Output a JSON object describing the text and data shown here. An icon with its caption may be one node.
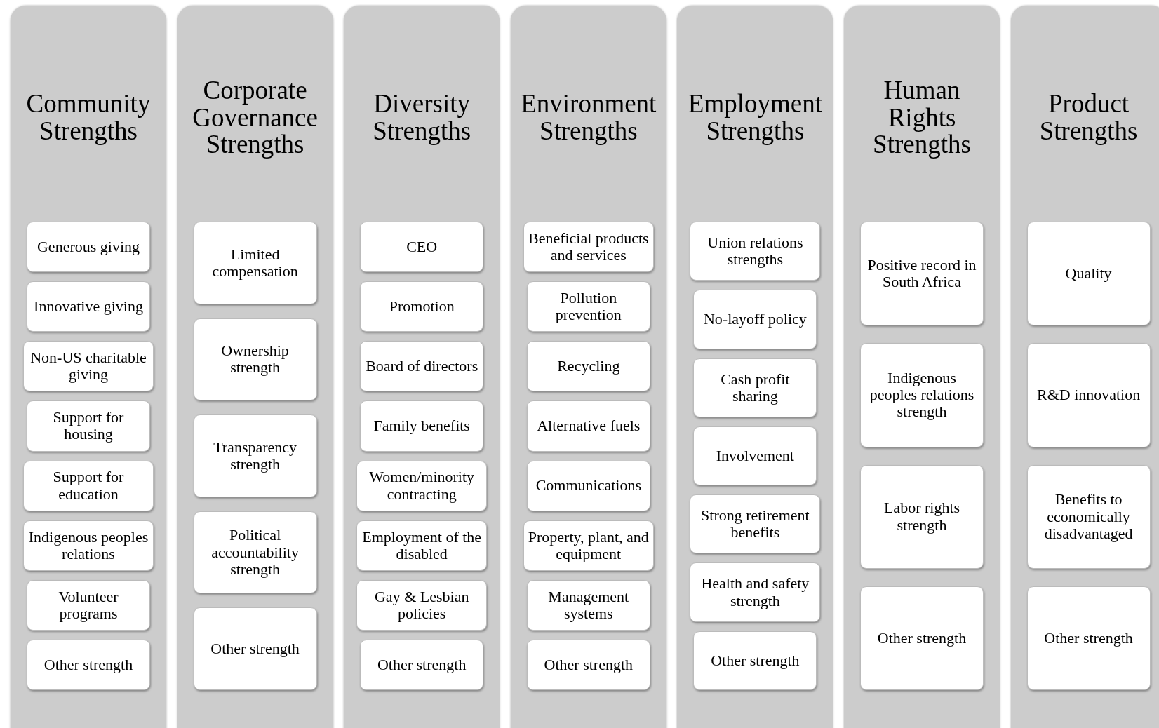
{
  "diagram": {
    "nodes": [
      {
        "text": [
          "Community Strengths"
        ]
      },
      {
        "text": [
          "Generous giving"
        ],
        "in": 0
      },
      {
        "text": [
          "Innovative giving"
        ],
        "in": 0
      },
      {
        "text": [
          "Non-US charitable giving"
        ],
        "in": 0
      },
      {
        "text": [
          "Support for housing"
        ],
        "in": 0
      },
      {
        "text": [
          "Support for education"
        ],
        "in": 0
      },
      {
        "text": [
          "Indigenous peoples relations"
        ],
        "in": 0
      },
      {
        "text": [
          "Volunteer programs"
        ],
        "in": 0
      },
      {
        "text": [
          "Other strength"
        ],
        "in": 0
      },
      {
        "text": [
          "Corporate Governance Strengths"
        ]
      },
      {
        "text": [
          "Limited compensation"
        ],
        "in": 9
      },
      {
        "text": [
          "Ownership strength"
        ],
        "in": 9
      },
      {
        "text": [
          "Transparency strength"
        ],
        "in": 9
      },
      {
        "text": [
          "Political accountability strength"
        ],
        "in": 9
      },
      {
        "text": [
          "Other strength"
        ],
        "in": 9
      },
      {
        "text": [
          "Diversity Strengths"
        ]
      },
      {
        "text": [
          "CEO"
        ],
        "in": 15
      },
      {
        "text": [
          "Promotion"
        ],
        "in": 15
      },
      {
        "text": [
          "Board of directors"
        ],
        "in": 15
      },
      {
        "text": [
          "Family benefits"
        ],
        "in": 15
      },
      {
        "text": [
          "Women/minority contracting"
        ],
        "in": 15
      },
      {
        "text": [
          "Employment of the disabled"
        ],
        "in": 15
      },
      {
        "text": [
          "Gay & Lesbian policies"
        ],
        "in": 15
      },
      {
        "text": [
          "Other strength"
        ],
        "in": 15
      },
      {
        "text": [
          "Environment Strengths"
        ]
      },
      {
        "text": [
          "Beneficial products and services"
        ],
        "in": 24
      },
      {
        "text": [
          "Pollution prevention"
        ],
        "in": 24
      },
      {
        "text": [
          "Recycling"
        ],
        "in": 24
      },
      {
        "text": [
          "Alternative fuels"
        ],
        "in": 24
      },
      {
        "text": [
          "Communications"
        ],
        "in": 24
      },
      {
        "text": [
          "Property, plant, and equipment"
        ],
        "in": 24
      },
      {
        "text": [
          "Management systems"
        ],
        "in": 24
      },
      {
        "text": [
          "Other strength"
        ],
        "in": 24
      },
      {
        "text": [
          "Employment Strengths"
        ]
      },
      {
        "text": [
          "Union relations strengths"
        ],
        "in": 33
      },
      {
        "text": [
          "No-layoff policy"
        ],
        "in": 33
      },
      {
        "text": [
          "Cash profit sharing"
        ],
        "in": 33
      },
      {
        "text": [
          "Involvement"
        ],
        "in": 33
      },
      {
        "text": [
          "Strong retirement benefits"
        ],
        "in": 33
      },
      {
        "text": [
          "Health and safety strength"
        ],
        "in": 33
      },
      {
        "text": [
          "Other strength"
        ],
        "in": 33
      },
      {
        "text": [
          "Human Rights Strengths"
        ]
      },
      {
        "text": [
          "Positive record in South Africa"
        ],
        "in": 41
      },
      {
        "text": [
          "Indigenous peoples relations strength"
        ],
        "in": 41
      },
      {
        "text": [
          "Labor rights strength"
        ],
        "in": 41
      },
      {
        "text": [
          "Other strength"
        ],
        "in": 41
      },
      {
        "text": [
          "Product Strengths"
        ]
      },
      {
        "text": [
          "Quality"
        ],
        "in": 46
      },
      {
        "text": [
          "R&D innovation"
        ],
        "in": 46
      },
      {
        "text": [
          "Benefits to economically disadvantaged"
        ],
        "in": 46
      },
      {
        "text": [
          "Other strength"
        ],
        "in": 46
      }
    ]
  }
}
